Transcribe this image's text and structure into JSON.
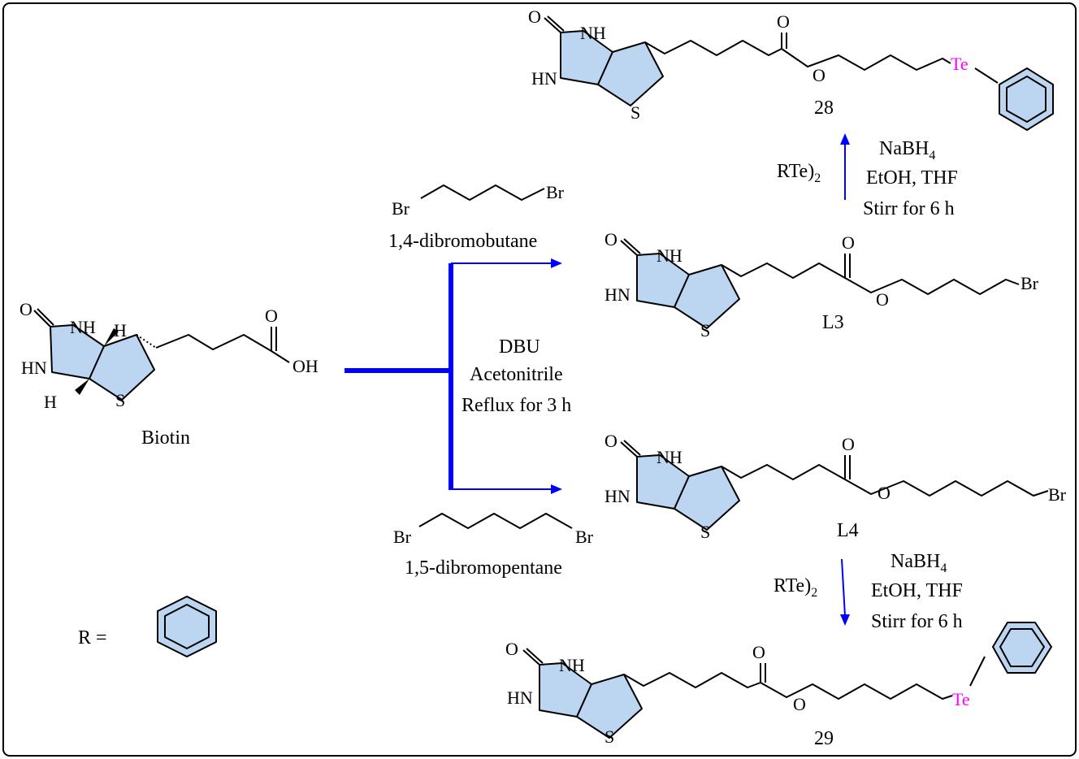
{
  "compounds": {
    "biotin": {
      "label": "Biotin",
      "atoms": {
        "o": "O",
        "nh": "NH",
        "hn": "HN",
        "h_top": "H",
        "h_bottom": "H",
        "s": "S",
        "o_acid": "O",
        "oh": "OH"
      }
    },
    "l3": {
      "label": "L3",
      "atoms": {
        "o": "O",
        "nh": "NH",
        "hn": "HN",
        "s": "S",
        "o_carbonyl": "O",
        "o_ester": "O",
        "br": "Br"
      }
    },
    "l4": {
      "label": "L4",
      "atoms": {
        "o": "O",
        "nh": "NH",
        "hn": "HN",
        "s": "S",
        "o_carbonyl": "O",
        "o_ester": "O",
        "br": "Br"
      }
    },
    "c28": {
      "label": "28",
      "atoms": {
        "o": "O",
        "nh": "NH",
        "hn": "HN",
        "s": "S",
        "o_carbonyl": "O",
        "o_ester": "O",
        "te": "Te"
      }
    },
    "c29": {
      "label": "29",
      "atoms": {
        "o": "O",
        "nh": "NH",
        "hn": "HN",
        "s": "S",
        "o_carbonyl": "O",
        "o_ester": "O",
        "te": "Te"
      }
    }
  },
  "reagents": {
    "dibromobutane": {
      "name": "1,4-dibromobutane",
      "br_left": "Br",
      "br_right": "Br"
    },
    "dibromopentane": {
      "name": "1,5-dibromopentane",
      "br_left": "Br",
      "br_right": "Br"
    }
  },
  "conditions": {
    "esterification": [
      "DBU",
      "Acetonitrile",
      "Reflux for 3 h"
    ],
    "telluration_top": {
      "side": "RTe)",
      "side_sub": "2",
      "line1": "NaBH",
      "line1_sub": "4",
      "line2": "EtOH, THF",
      "line3": "Stirr for 6 h"
    },
    "telluration_bottom": {
      "side": "RTe)",
      "side_sub": "2",
      "line1": "NaBH",
      "line1_sub": "4",
      "line2": "EtOH, THF",
      "line3": "Stirr for 6 h"
    }
  },
  "legend": {
    "r_equals": "R ="
  },
  "colors": {
    "arrow": "#0000ff",
    "ring_fill": "#bcd6f2",
    "tellurium": "#ff00ff"
  }
}
